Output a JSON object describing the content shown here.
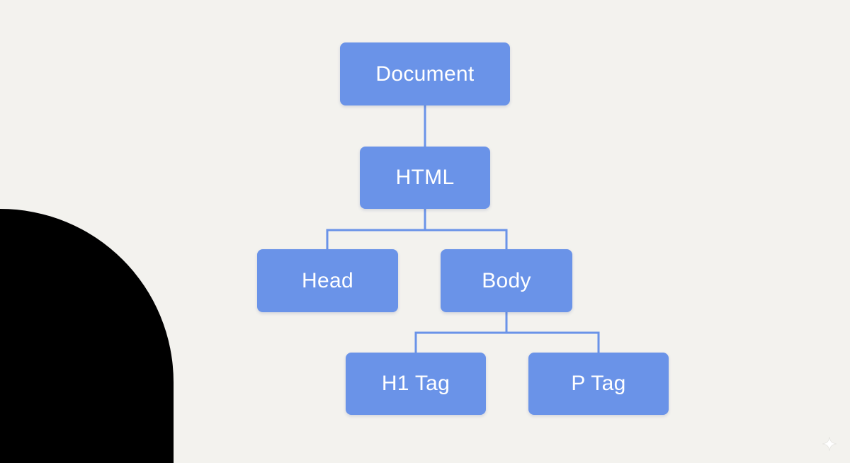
{
  "diagram": {
    "node_color": "#6a93e8",
    "line_color": "#6a93e8",
    "text_color": "#ffffff",
    "background_color": "#f3f2ee",
    "nodes": [
      {
        "id": "document",
        "label": "Document"
      },
      {
        "id": "html",
        "label": "HTML"
      },
      {
        "id": "head",
        "label": "Head"
      },
      {
        "id": "body",
        "label": "Body"
      },
      {
        "id": "h1",
        "label": "H1 Tag"
      },
      {
        "id": "p",
        "label": "P Tag"
      }
    ],
    "edges": [
      {
        "from": "document",
        "to": "html"
      },
      {
        "from": "html",
        "to": "head"
      },
      {
        "from": "html",
        "to": "body"
      },
      {
        "from": "body",
        "to": "h1"
      },
      {
        "from": "body",
        "to": "p"
      }
    ]
  },
  "decorations": {
    "corner_icon": "sparkle-icon"
  }
}
